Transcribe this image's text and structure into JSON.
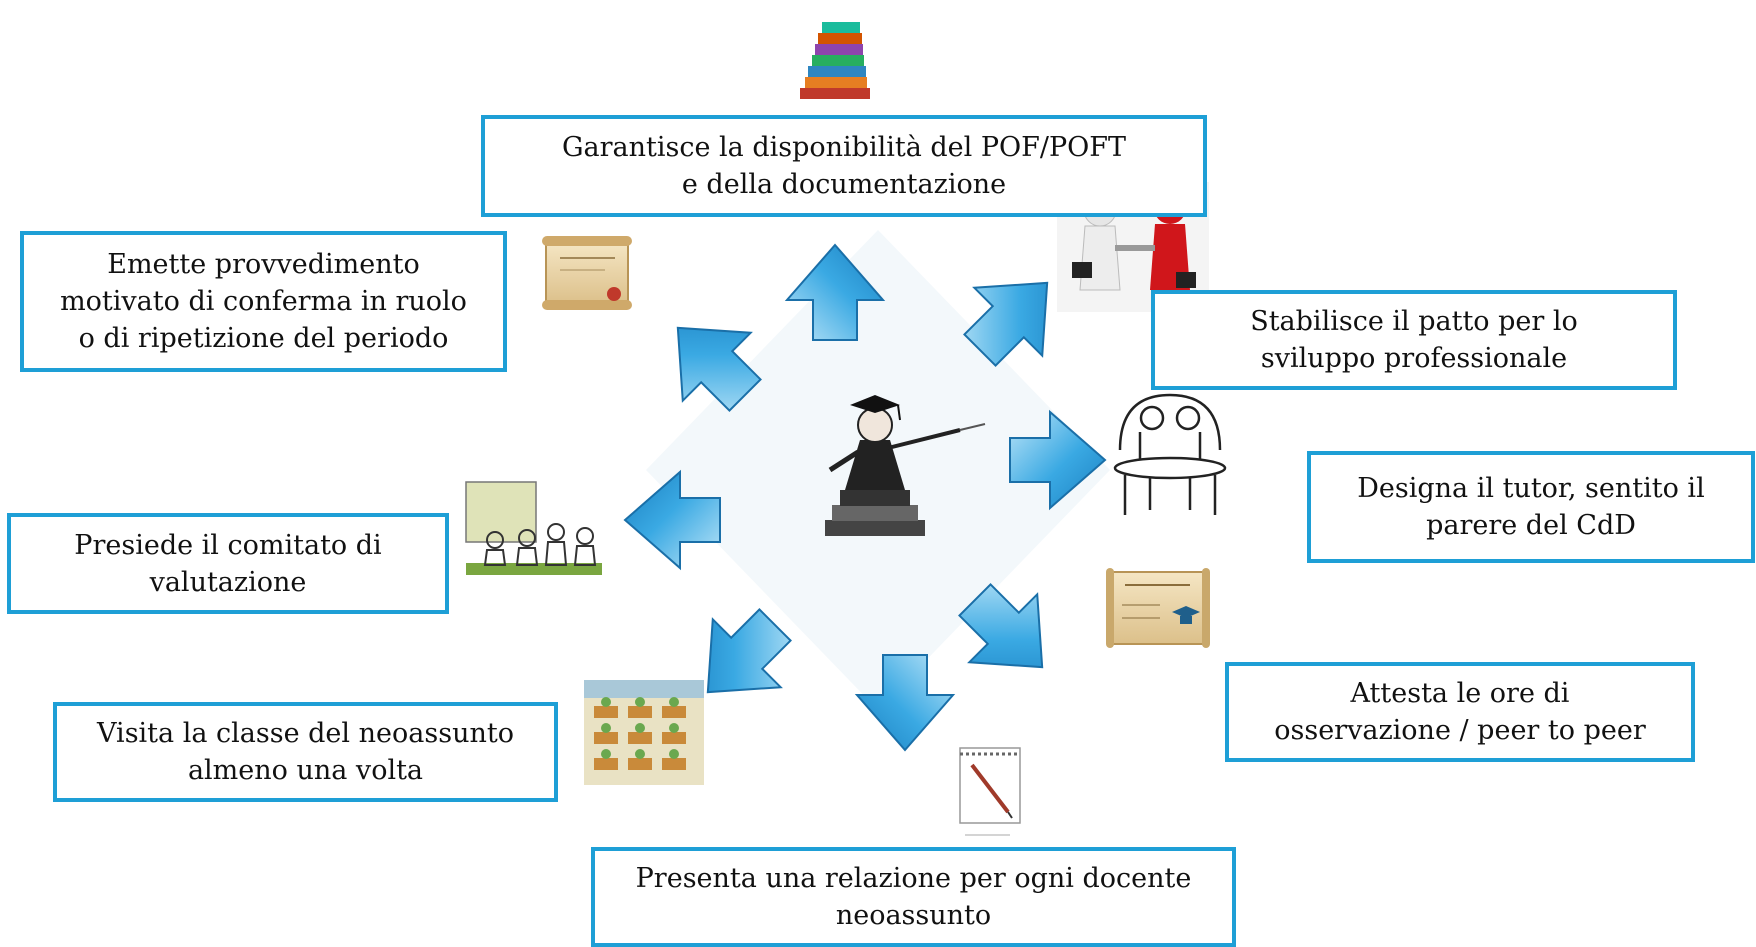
{
  "colors": {
    "box_border": "#1e9fd6",
    "arrow_fill": "#3aa9e3",
    "arrow_light": "#bfe6f8",
    "arrow_edge": "#1a6fa8"
  },
  "center": {
    "icon": "graduate-teacher-icon"
  },
  "steps": [
    {
      "id": "pof",
      "text": "Garantisce la disponibilità del POF/POFT\ne della documentazione",
      "icon": "books-stack-icon"
    },
    {
      "id": "patto",
      "text": "Stabilisce il patto  per lo\nsviluppo professionale",
      "icon": "handshake-icon"
    },
    {
      "id": "tutor",
      "text": "Designa il tutor, sentito il\nparere del CdD",
      "icon": "meeting-table-icon"
    },
    {
      "id": "ore",
      "text": "Attesta le ore di\nosservazione / peer to peer",
      "icon": "certificate-icon"
    },
    {
      "id": "relazione",
      "text": "Presenta una relazione per ogni docente\nneoassunto",
      "icon": "notepad-icon"
    },
    {
      "id": "visita",
      "text": "Visita la classe del neoassunto\nalmeno una volta",
      "icon": "classroom-icon"
    },
    {
      "id": "comitato",
      "text": "Presiede il comitato di\nvalutazione",
      "icon": "committee-icon"
    },
    {
      "id": "provvedimento",
      "text": "Emette provvedimento\nmotivato di conferma in ruolo\no di ripetizione del periodo",
      "icon": "scroll-icon"
    }
  ]
}
